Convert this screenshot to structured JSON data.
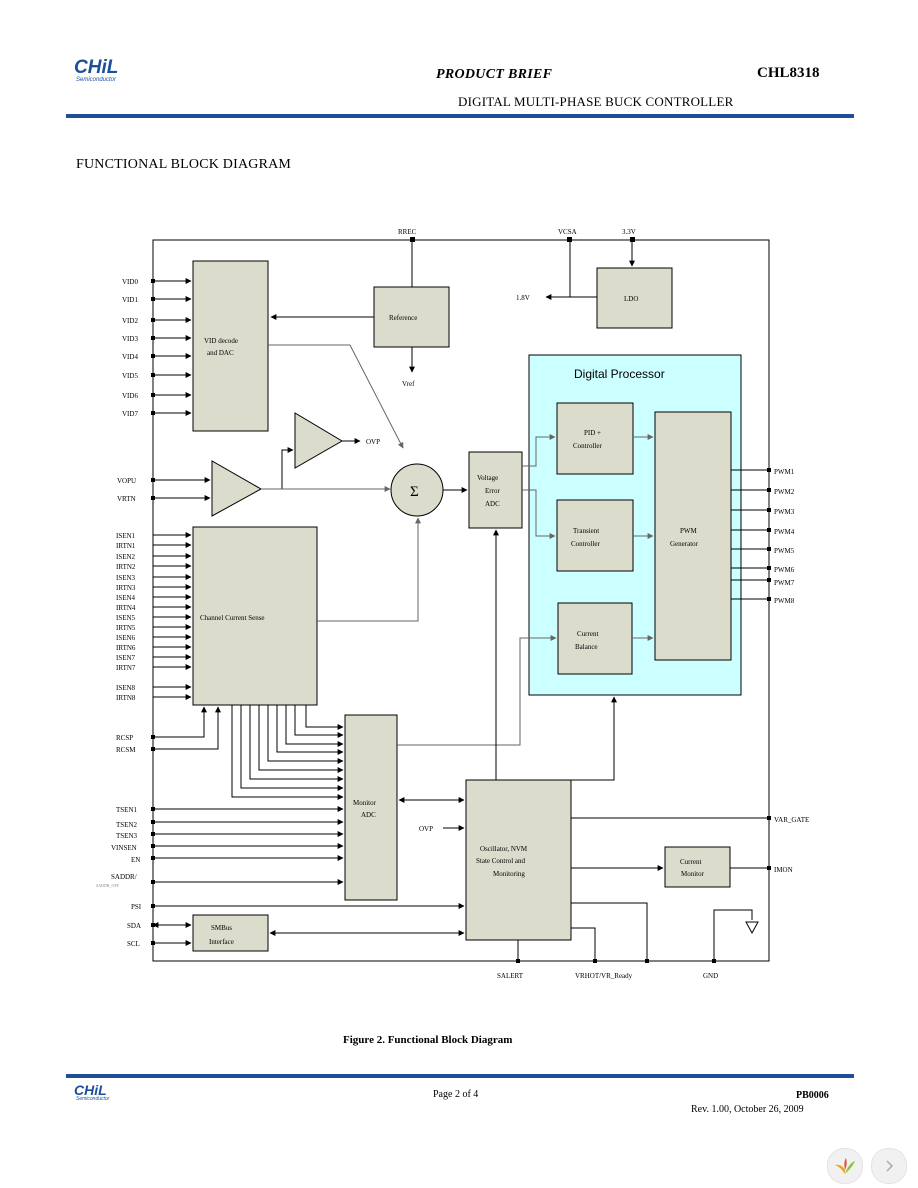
{
  "header": {
    "logo_text": "CHiL",
    "logo_sub": "Semiconductor",
    "brief_label": "PRODUCT BRIEF",
    "part_number": "CHL8318",
    "subtitle": "DIGITAL MULTI-PHASE BUCK CONTROLLER"
  },
  "section_title": "FUNCTIONAL BLOCK DIAGRAM",
  "diagram": {
    "top_pins": {
      "rrec": "RREC",
      "vcsa": "VCSA",
      "v33": "3.3V"
    },
    "v18": "1.8V",
    "vref": "Vref",
    "ovp_top": "OVP",
    "ovp_left": "OVP",
    "sigma": "Σ",
    "vid_pins": [
      "VID0",
      "VID1",
      "VID2",
      "VID3",
      "VID4",
      "VID5",
      "VID6",
      "VID7"
    ],
    "vsense_pins": [
      "VOPU",
      "VRTN"
    ],
    "isen_pins": [
      "ISEN1",
      "IRTN1",
      "ISEN2",
      "IRTN2",
      "ISEN3",
      "IRTN3",
      "ISEN4",
      "IRTN4",
      "ISEN5",
      "IRTN5",
      "ISEN6",
      "IRTN6",
      "ISEN7",
      "IRTN7",
      "ISEN8",
      "IRTN8"
    ],
    "rcs_pins": [
      "RCSP",
      "RCSM"
    ],
    "monitor_pins": [
      "TSEN1",
      "TSEN2",
      "TSEN3",
      "VINSEN",
      "EN"
    ],
    "saddr": "SADDR/",
    "saddr_sub": "SADDR_OFF",
    "bus_pins": [
      "PSI",
      "SDA",
      "SCL"
    ],
    "pwm_pins": [
      "PWM1",
      "PWM2",
      "PWM3",
      "PWM4",
      "PWM5",
      "PWM6",
      "PWM7",
      "PWM8"
    ],
    "right_pins": {
      "var_gate": "VAR_GATE",
      "imon": "IMON"
    },
    "bottom_pins": {
      "salert": "SALERT",
      "vrhot": "VRHOT/VR_Ready",
      "gnd": "GND"
    },
    "blocks": {
      "vid_dac": [
        "VID decode",
        "and DAC"
      ],
      "reference": "Reference",
      "ldo": "LDO",
      "channel_current": "Channel Current Sense",
      "voltage_error": [
        "Voltage",
        "Error",
        "ADC"
      ],
      "digital_processor": "Digital Processor",
      "pid": [
        "PID +",
        "Controller"
      ],
      "transient": [
        "Transient",
        "Controller"
      ],
      "current_balance": [
        "Current",
        "Balance"
      ],
      "pwm_gen": [
        "PWM",
        "Generator"
      ],
      "monitor_adc": [
        "Monitor",
        "ADC"
      ],
      "oscillator": [
        "Oscillator, NVM",
        "State Control and",
        "Monitoring"
      ],
      "current_monitor": [
        "Current",
        "Monitor"
      ],
      "smbus": [
        "SMBus",
        "Interface"
      ]
    }
  },
  "caption": "Figure 2.  Functional Block Diagram",
  "footer": {
    "logo_text": "CHiL",
    "logo_sub": "Semiconductor",
    "page": "Page 2 of 4",
    "doc_id": "PB0006",
    "revision": "Rev. 1.00,  October 26, 2009"
  },
  "nav": {
    "next_icon": "chevron-right-icon",
    "logo_icon": "viewer-logo-icon"
  }
}
